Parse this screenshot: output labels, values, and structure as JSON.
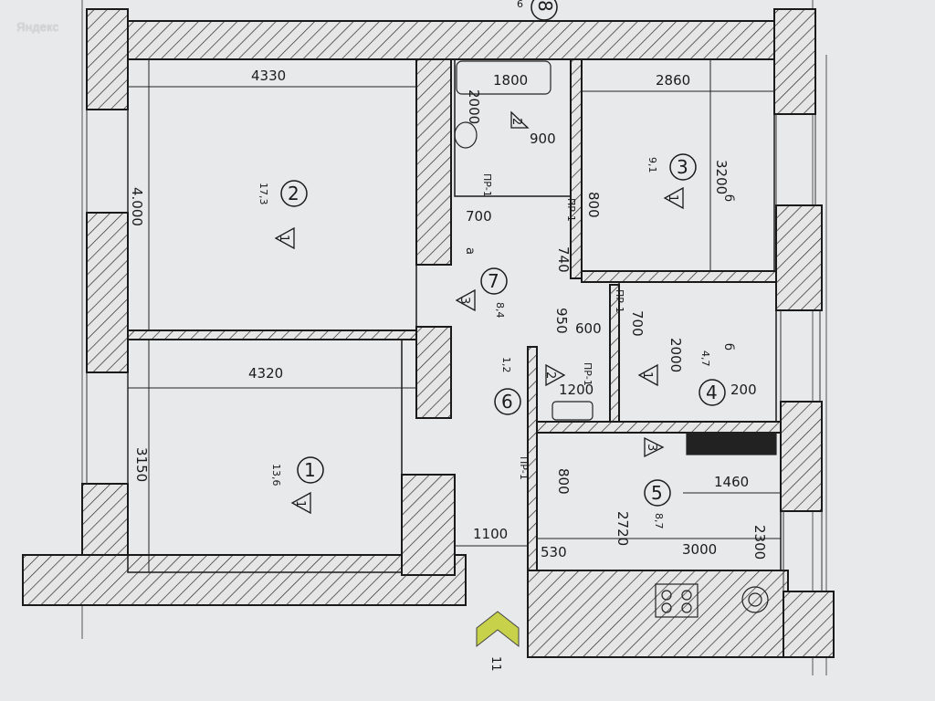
{
  "watermark": "Яндекс",
  "axis_marks": {
    "top": "8",
    "top_sub": "6",
    "bottom": "11"
  },
  "rooms": [
    {
      "num": "1",
      "area": "13,6",
      "mark": "1"
    },
    {
      "num": "2",
      "area": "17,3",
      "mark": "1"
    },
    {
      "num": "3",
      "area": "9,1",
      "mark": "1"
    },
    {
      "num": "4",
      "area": "4,7",
      "mark": "1"
    },
    {
      "num": "5",
      "area": "8,7",
      "mark": "3"
    },
    {
      "num": "6",
      "area": "1,2",
      "mark": "2"
    },
    {
      "num": "7",
      "area": "8,4",
      "mark": "3"
    }
  ],
  "extra_marks": {
    "bath": "2"
  },
  "dimensions": {
    "r2_width": "4330",
    "r2_height": "4.000",
    "r1_width": "4320",
    "r1_height": "3150",
    "bath_width": "1800",
    "bath_depth": "2000",
    "bath_door": "900",
    "r3_width": "2860",
    "r3_height": "3200",
    "r3_door": "800",
    "hall_a": "700",
    "hall_b": "740",
    "hall_c": "950",
    "wc_top": "600",
    "wc_door": "700",
    "wc_width": "1200",
    "r4_height": "2000",
    "r4_width": "200",
    "kitchen_door": "800",
    "kitchen_top": "1460",
    "kitchen_height": "2720",
    "kitchen_width": "3000",
    "kitchen_side": "2300",
    "entry_width": "1100",
    "entry_side": "530"
  },
  "labels": {
    "pr": "ПР-1",
    "a_letter": "а",
    "b_letter": "б",
    "b_letter2": "б"
  }
}
